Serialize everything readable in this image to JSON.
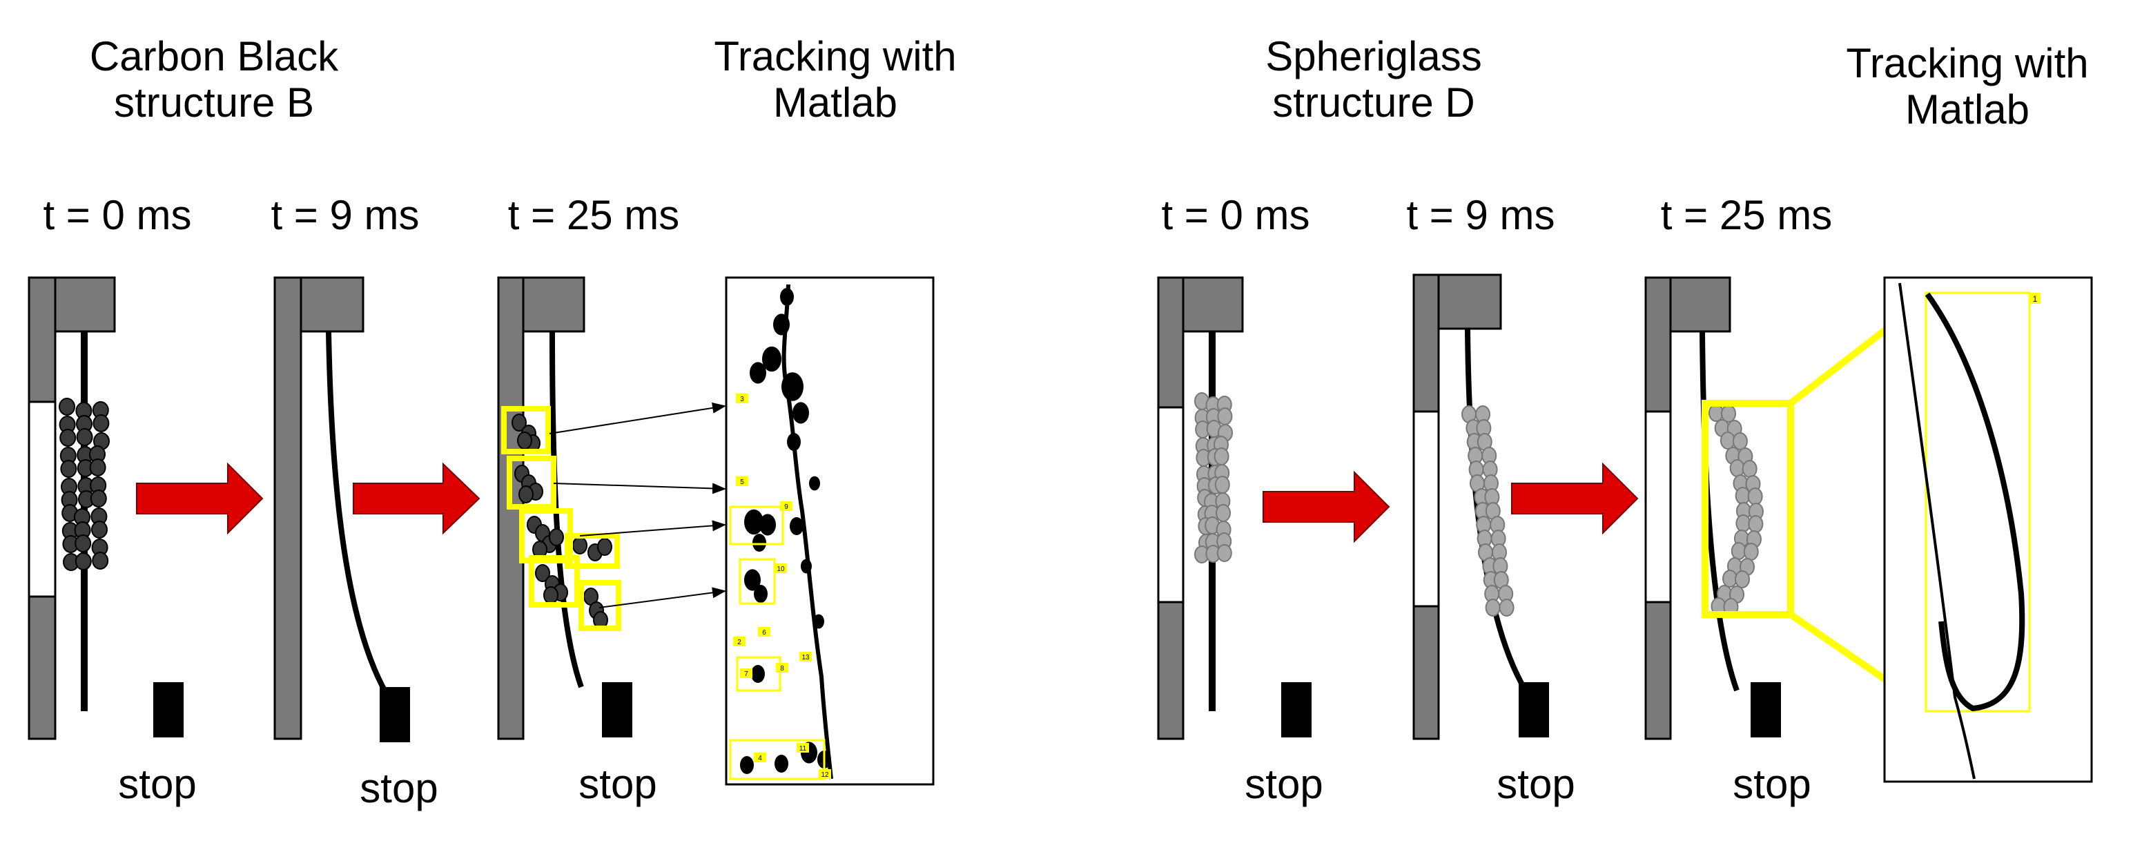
{
  "colors": {
    "bar": "#7a7a7a",
    "arrow": "#dd0000",
    "highlight": "#ffff00",
    "dark_particle": "#3a3a3a",
    "glass_particle": "#a8a8a8",
    "stop_block": "#000000"
  },
  "left_experiment": {
    "title_line1": "Carbon Black",
    "title_line2": "structure B",
    "tracking_line1": "Tracking with",
    "tracking_line2": "Matlab",
    "times": [
      "t = 0 ms",
      "t = 9 ms",
      "t = 25 ms"
    ],
    "stops": [
      "stop",
      "stop",
      "stop"
    ],
    "box_labels": [
      "3",
      "5",
      "9",
      "10",
      "2",
      "6",
      "13",
      "7",
      "8",
      "4",
      "11",
      "12"
    ]
  },
  "right_experiment": {
    "title_line1": "Spheriglass",
    "title_line2": "structure D",
    "tracking_line1": "Tracking with",
    "tracking_line2": "Matlab",
    "times": [
      "t = 0 ms",
      "t = 9 ms",
      "t = 25 ms"
    ],
    "stops": [
      "stop",
      "stop",
      "stop"
    ],
    "box_labels": [
      "1"
    ]
  }
}
